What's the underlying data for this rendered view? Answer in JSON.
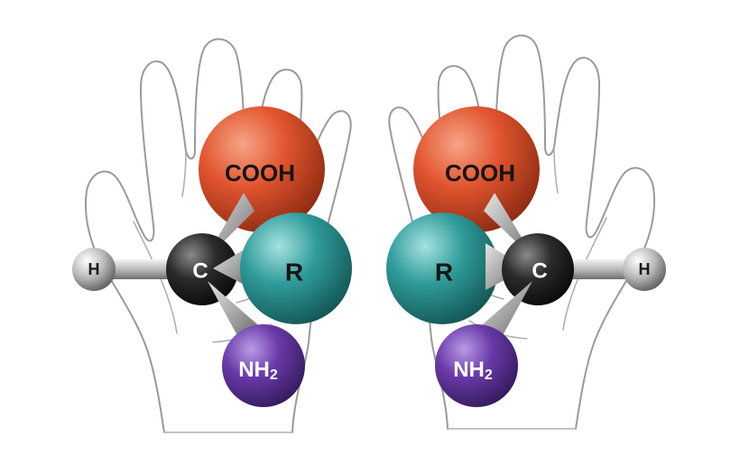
{
  "diagram": {
    "left_molecule": {
      "cooh": "COOH",
      "r": "R",
      "c": "C",
      "h": "H",
      "nh2_main": "NH",
      "nh2_sub": "2"
    },
    "right_molecule": {
      "cooh": "COOH",
      "r": "R",
      "c": "C",
      "h": "H",
      "nh2_main": "NH",
      "nh2_sub": "2"
    }
  },
  "colors": {
    "cooh": "#e2552f",
    "r": "#2f9c9a",
    "c": "#2b2b2b",
    "h": "#bdbdbd",
    "nh2": "#6a3aa8",
    "bond": "#c8c8c8",
    "hand_outline": "#9a9a9a"
  }
}
